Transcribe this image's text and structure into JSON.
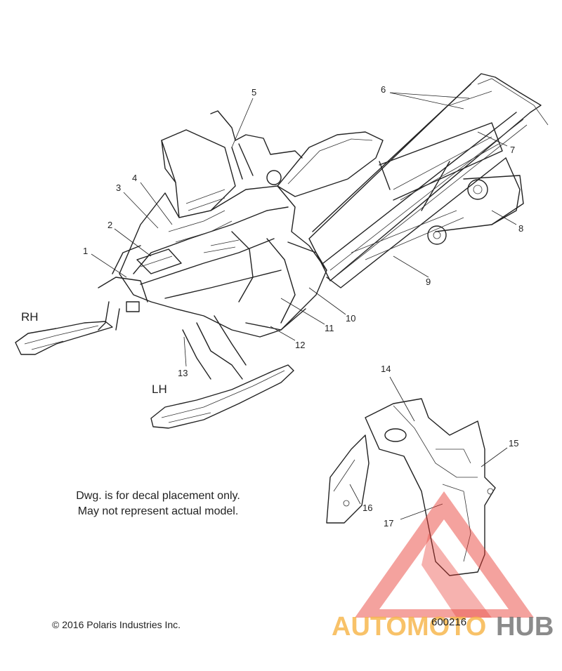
{
  "callouts": {
    "c1": "1",
    "c2": "2",
    "c3": "3",
    "c4": "4",
    "c5": "5",
    "c6": "6",
    "c7": "7",
    "c8": "8",
    "c9": "9",
    "c10": "10",
    "c11": "11",
    "c12": "12",
    "c13": "13",
    "c14": "14",
    "c15": "15",
    "c16": "16",
    "c17": "17"
  },
  "side_labels": {
    "rh": "RH",
    "lh": "LH"
  },
  "note": {
    "line1": "Dwg. is for decal placement only.",
    "line2": "May not represent actual model."
  },
  "copyright": "© 2016 Polaris Industries Inc.",
  "drawing_number": "600216",
  "watermark": {
    "text_part1": "AUTOMOTO",
    "text_part2": "HUB",
    "color_part1": "#f5a623",
    "color_part2": "#555555",
    "triangle_color": "#e8382f",
    "icon": "triangle-logo"
  }
}
